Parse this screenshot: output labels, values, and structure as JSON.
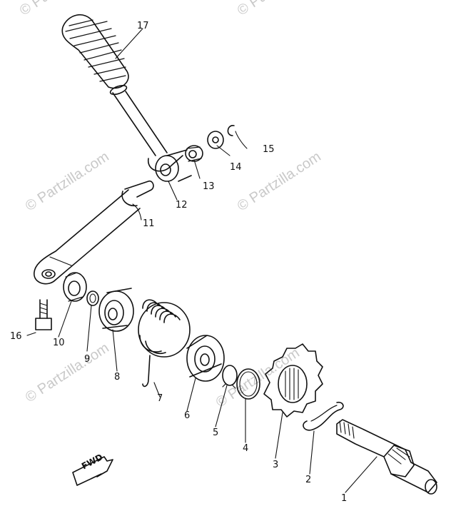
{
  "watermark": "© Partzilla.com",
  "callouts": {
    "p1": "1",
    "p2": "2",
    "p3": "3",
    "p4": "4",
    "p5": "5",
    "p6": "6",
    "p7": "7",
    "p8": "8",
    "p9": "9",
    "p10": "10",
    "p11": "11",
    "p12": "12",
    "p13": "13",
    "p14": "14",
    "p15": "15",
    "p16": "16",
    "p17": "17"
  },
  "fwd_label": "FWD",
  "colors": {
    "ink": "#111111",
    "watermark": "#c9c9c9"
  }
}
